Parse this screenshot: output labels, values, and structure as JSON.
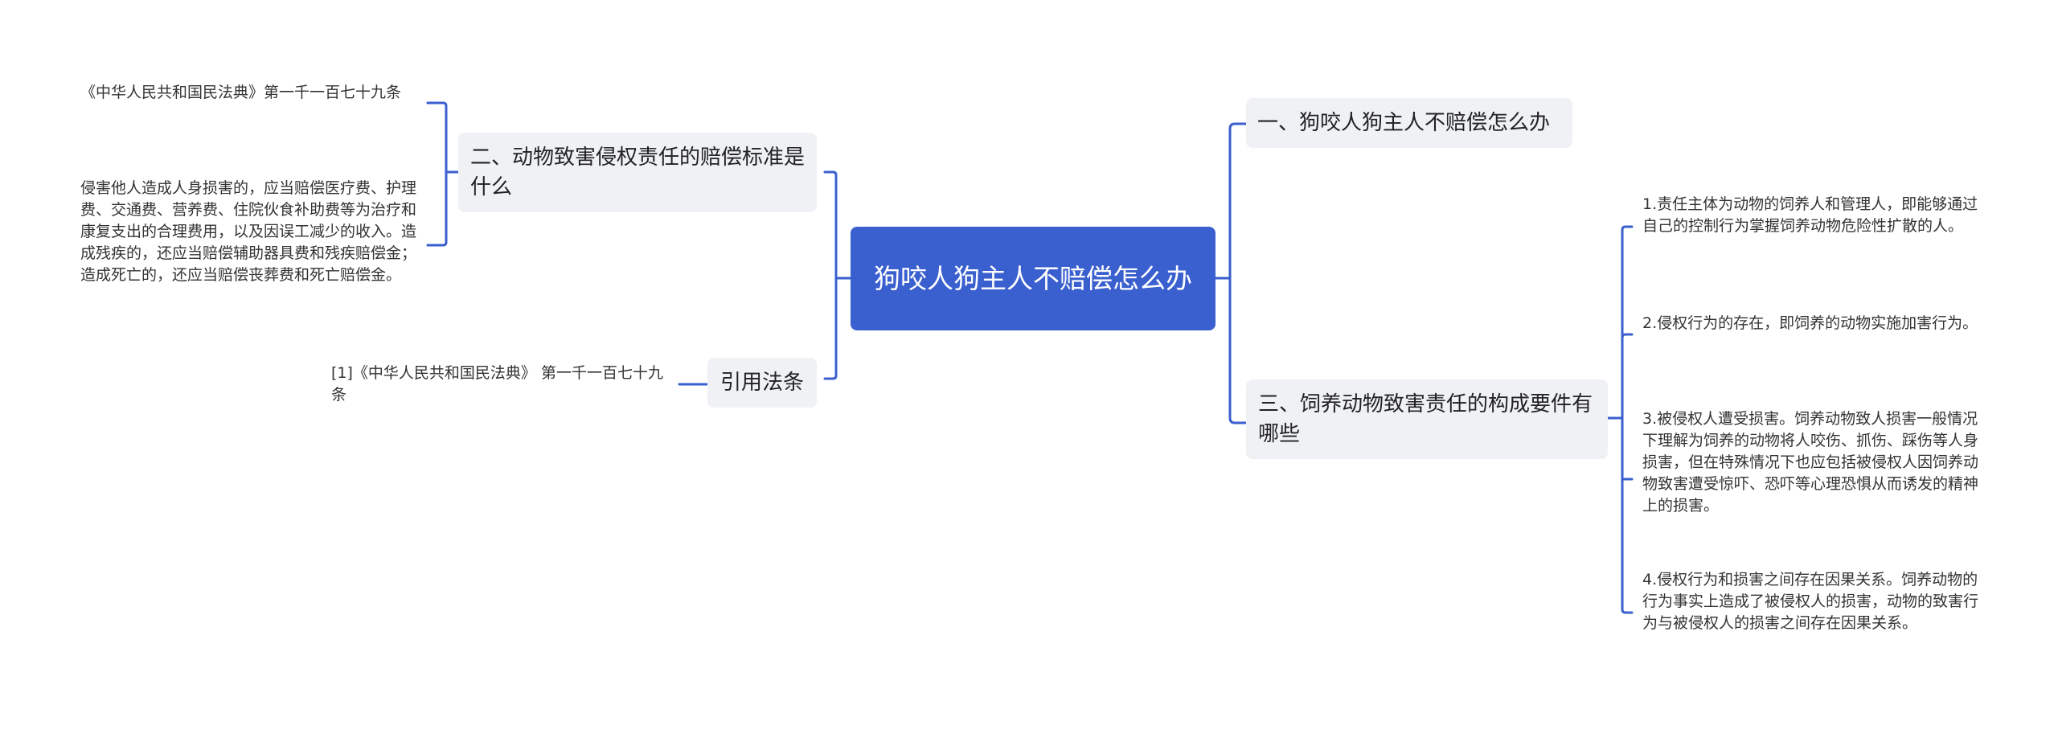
{
  "root": {
    "title": "狗咬人狗主人不赔偿怎么办"
  },
  "left": {
    "compensation": {
      "title": "二、动物致害侵权责任的赔偿标准是什么",
      "leaves": [
        "《中华人民共和国民法典》第一千一百七十九条",
        "侵害他人造成人身损害的，应当赔偿医疗费、护理费、交通费、营养费、住院伙食补助费等为治疗和康复支出的合理费用，以及因误工减少的收入。造成残疾的，还应当赔偿辅助器具费和残疾赔偿金；造成死亡的，还应当赔偿丧葬费和死亡赔偿金。"
      ]
    },
    "citation": {
      "title": "引用法条",
      "leaves": [
        "[1]《中华人民共和国民法典》 第一千一百七十九条"
      ]
    }
  },
  "right": {
    "what_to_do": {
      "title": "一、狗咬人狗主人不赔偿怎么办"
    },
    "elements": {
      "title": "三、饲养动物致害责任的构成要件有哪些",
      "leaves": [
        "1.责任主体为动物的饲养人和管理人，即能够通过自己的控制行为掌握饲养动物危险性扩散的人。",
        "2.侵权行为的存在，即饲养的动物实施加害行为。",
        "3.被侵权人遭受损害。饲养动物致人损害一般情况下理解为饲养的动物将人咬伤、抓伤、踩伤等人身损害，但在特殊情况下也应包括被侵权人因饲养动物致害遭受惊吓、恐吓等心理恐惧从而诱发的精神上的损害。",
        "4.侵权行为和损害之间存在因果关系。饲养动物的行为事实上造成了被侵权人的损害，动物的致害行为与被侵权人的损害之间存在因果关系。"
      ]
    }
  },
  "colors": {
    "root_fill": "#3a5fce",
    "branch_fill": "#eff1f4",
    "connector": "#3a5fce"
  }
}
